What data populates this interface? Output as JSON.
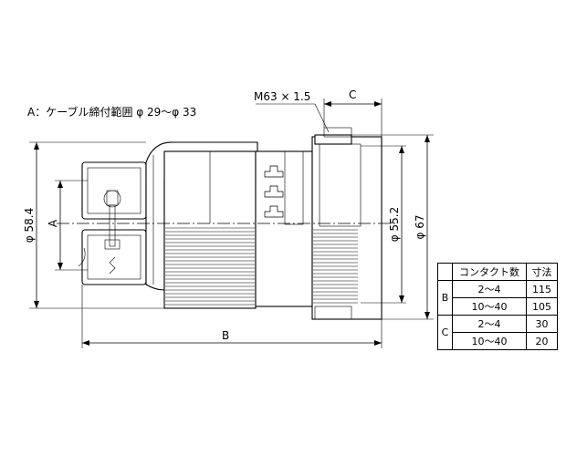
{
  "note": {
    "text": "A：ケーブル締付範囲 φ 29～φ 33"
  },
  "dimensions": {
    "thread": "M63 × 1.5",
    "c": "C",
    "b": "B",
    "a": "A",
    "d584": "φ 58.4",
    "d552": "φ 55.2",
    "d67": "φ 67"
  },
  "table": {
    "header_count": "コンタクト数",
    "header_dim": "寸法",
    "groups": [
      {
        "label": "B",
        "rows": [
          {
            "count": "2～4",
            "value": "115"
          },
          {
            "count": "10～40",
            "value": "105"
          }
        ]
      },
      {
        "label": "C",
        "rows": [
          {
            "count": "2～4",
            "value": "30"
          },
          {
            "count": "10～40",
            "value": "20"
          }
        ]
      }
    ]
  },
  "colors": {
    "line": "#000000",
    "background": "#ffffff"
  }
}
